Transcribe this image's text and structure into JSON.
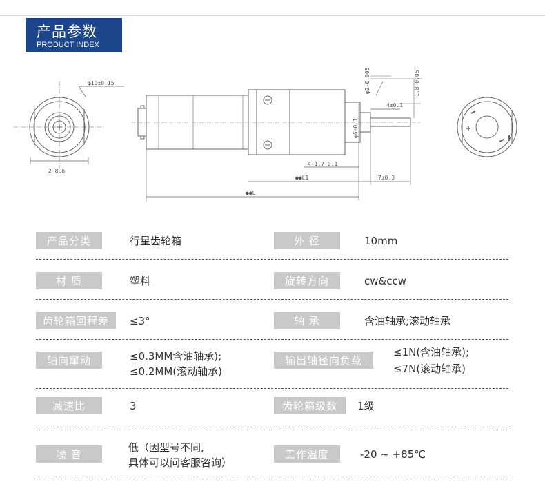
{
  "header": {
    "title_cn": "产品参数",
    "title_en": "PRODUCT INDEX"
  },
  "drawing": {
    "d1": "φ10±0.15",
    "d2": "φ2-0.005",
    "d3": "1.8-0.05",
    "d4": "φ6±0.1",
    "d5": "4±0.1",
    "d6": "4-1.7+0.1",
    "d7": "2-8.8",
    "d8": "●●L1",
    "d9": "7±0.3",
    "d10": "●●L"
  },
  "specs": [
    {
      "left_label": "产品分类",
      "left_value": [
        "行星齿轮箱"
      ],
      "right_label": "外  径",
      "right_value": [
        "10mm"
      ]
    },
    {
      "left_label": "材  质",
      "left_value": [
        "塑料"
      ],
      "right_label": "旋转方向",
      "right_value": [
        "cw&ccw"
      ]
    },
    {
      "left_label": "齿轮箱回程差",
      "left_value": [
        "≤3°"
      ],
      "right_label": "轴  承",
      "right_value": [
        "含油轴承;滚动轴承"
      ]
    },
    {
      "left_label": "轴向窜动",
      "left_value": [
        "≤0.3MM含油轴承);",
        "≤0.2MM(滚动轴承)"
      ],
      "right_label": "输出轴径向负载",
      "right_value": [
        "≤1N(含油轴承);",
        "≤7N(滚动轴承)"
      ]
    },
    {
      "left_label": "减速比",
      "left_value": [
        "3"
      ],
      "right_label": "齿轮箱级数",
      "right_value": [
        "1级"
      ]
    },
    {
      "left_label": "噪  音",
      "left_value": [
        "低（因型号不同,",
        "具体可以问客服咨询）"
      ],
      "right_label": "工作温度",
      "right_value": [
        "-20 ~ +85℃"
      ]
    }
  ]
}
